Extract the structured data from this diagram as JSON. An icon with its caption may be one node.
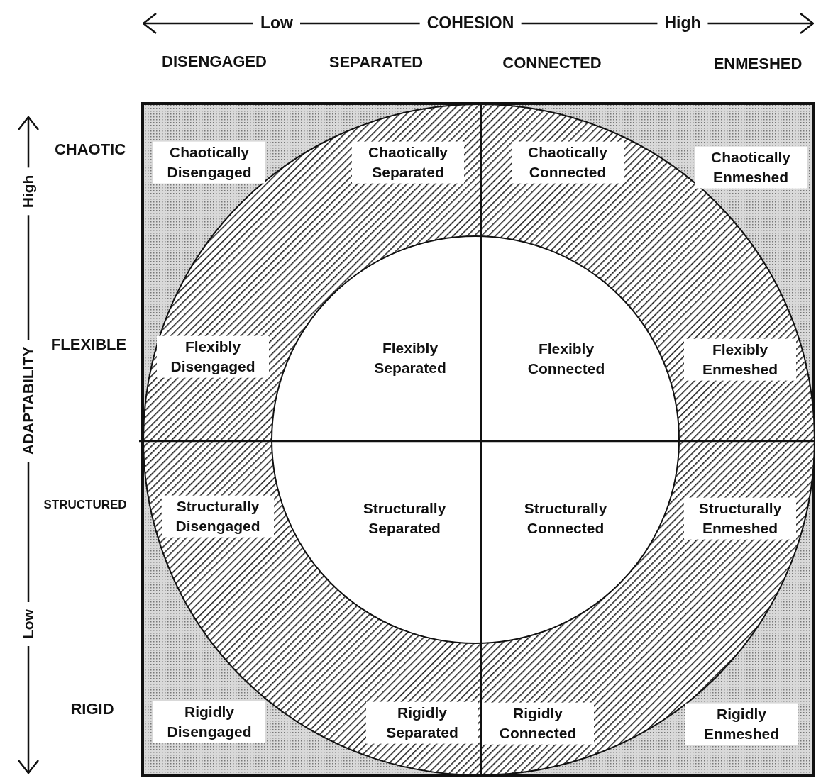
{
  "diagram": {
    "labels": [
      "Low",
      "COHESION",
      "High",
      "DISENGAGED",
      "SEPARATED",
      "CONNECTED",
      "ENMESHED",
      "CHAOTIC",
      "Chaotically Disengaged",
      "Chaotically Separated",
      "Chaotically Connected",
      "Chaotically Enmeshed",
      "High",
      "FLEXIBLE",
      "Flexibly Disengaged",
      "Flexibly Separated",
      "Flexibly Connected",
      "Flexibly Enmeshed",
      "ADAPTABILITY",
      "STRUCTURED",
      "Structurally Disengaged",
      "Structurally Separated",
      "Structurally Connected",
      "Structurally Enmeshed",
      "Low",
      "RIGID",
      "Rigidly Disengaged",
      "Rigidly Separated",
      "Rigidly Connected",
      "Rigidly Enmeshed"
    ]
  }
}
